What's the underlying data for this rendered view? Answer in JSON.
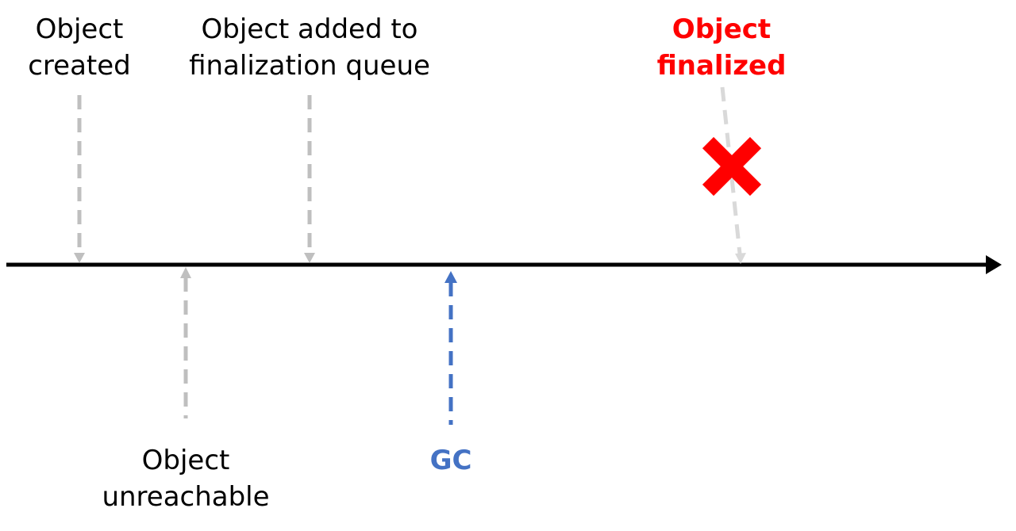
{
  "labels": {
    "created": {
      "line1": "Object",
      "line2": "created"
    },
    "added": {
      "line1": "Object added to",
      "line2": "finalization queue"
    },
    "finalized": {
      "line1": "Object",
      "line2": "finalized"
    },
    "unreachable": {
      "line1": "Object",
      "line2": "unreachable"
    },
    "gc": {
      "line1": "GC"
    }
  },
  "colors": {
    "timeline": "#000000",
    "marker_gray": "#bfbfbf",
    "marker_light": "#d9d9d9",
    "gc": "#4472c4",
    "finalized": "#ff0000",
    "text": "#000000"
  },
  "icons": {
    "finalized_mark": "x-cross-icon"
  }
}
